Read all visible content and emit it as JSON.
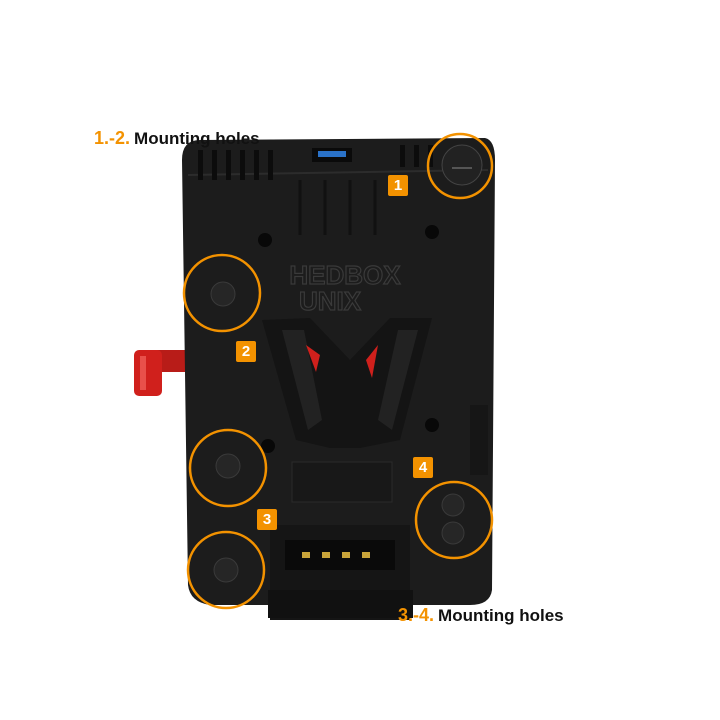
{
  "captions": {
    "top": {
      "number": "1.-2.",
      "text": "Mounting holes"
    },
    "bottom": {
      "number": "3.-4.",
      "text": "Mounting holes"
    }
  },
  "badges": [
    "1",
    "2",
    "3",
    "4"
  ],
  "logo": {
    "line1": "HEDBOX",
    "line2": "UNIX"
  },
  "colors": {
    "accent": "#f39200",
    "plate": "#1c1c1c",
    "lever": "#d0201c"
  }
}
